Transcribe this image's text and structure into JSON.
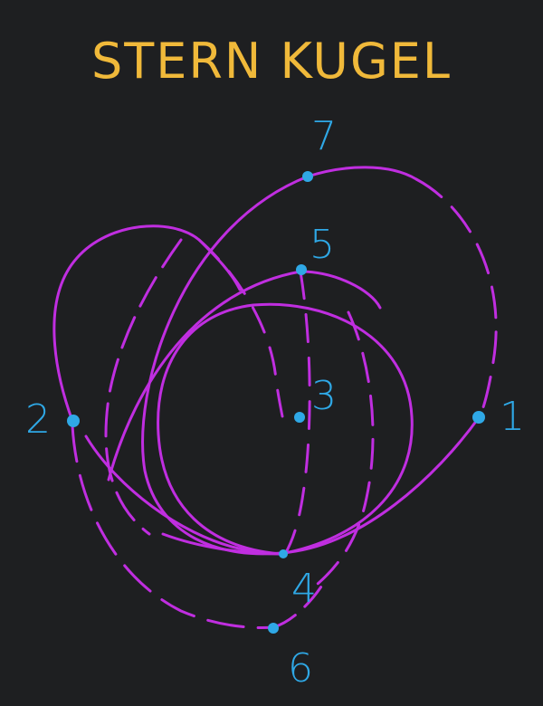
{
  "title": "STERN KUGEL",
  "colors": {
    "background": "#1e1f21",
    "title": "#f0b93a",
    "curves": "#c02ee0",
    "points": "#2fa8e6"
  },
  "points": [
    {
      "id": "1",
      "label": "1"
    },
    {
      "id": "2",
      "label": "2"
    },
    {
      "id": "3",
      "label": "3"
    },
    {
      "id": "4",
      "label": "4"
    },
    {
      "id": "5",
      "label": "5"
    },
    {
      "id": "6",
      "label": "6"
    },
    {
      "id": "7",
      "label": "7"
    }
  ]
}
